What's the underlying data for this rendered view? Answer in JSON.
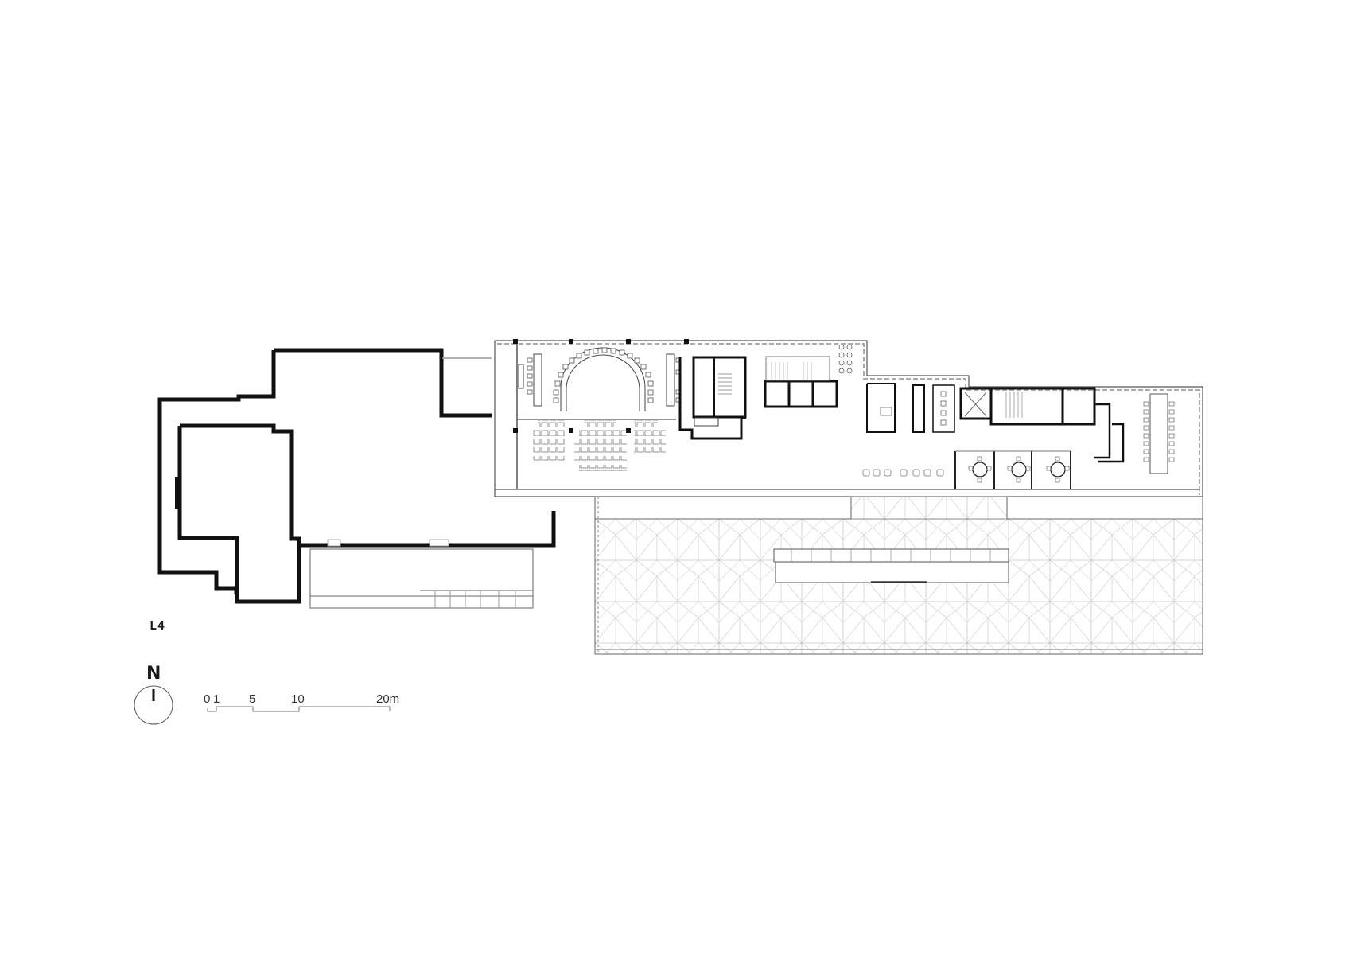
{
  "drawing": {
    "type": "architectural floor plan",
    "level_label": "L4",
    "north_label": "N",
    "scale_bar": {
      "ticks": [
        "0",
        "1",
        "5",
        "10",
        "20m"
      ],
      "unit": "m"
    },
    "colors": {
      "background": "#ffffff",
      "heavy_wall": "#111111",
      "fine_line": "#555555",
      "roof_pattern": "#bdbdbd"
    },
    "zones": [
      {
        "name": "existing-building-outline"
      },
      {
        "name": "lecture-room-horseshoe"
      },
      {
        "name": "seminar-seating"
      },
      {
        "name": "stair-core-west"
      },
      {
        "name": "lift-lobby"
      },
      {
        "name": "washrooms"
      },
      {
        "name": "stair-core-east"
      },
      {
        "name": "meeting-rooms-round-tables"
      },
      {
        "name": "boardroom"
      },
      {
        "name": "roof-terrace-grid"
      },
      {
        "name": "roof-lightwell"
      },
      {
        "name": "lower-terrace-strip"
      }
    ]
  }
}
